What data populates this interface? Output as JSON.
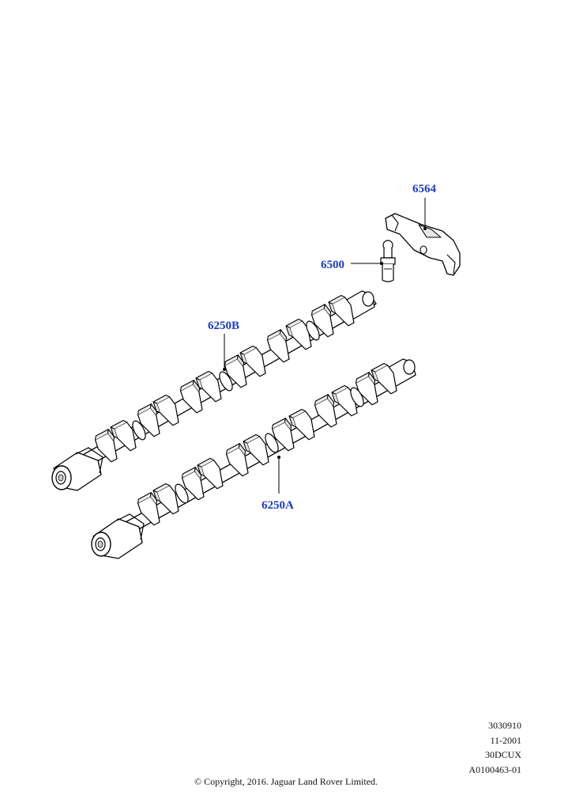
{
  "colors": {
    "callout": "#1a3cc8",
    "line": "#000000",
    "background": "#ffffff"
  },
  "callouts": {
    "rocker_arm": "6564",
    "lash_adjuster": "6500",
    "camshaft_b": "6250B",
    "camshaft_a": "6250A"
  },
  "reference": {
    "line1": "3030910",
    "line2": "11-2001",
    "line3": "30DCUX",
    "line4": "A0100463-01"
  },
  "copyright": "© Copyright, 2016. Jaguar Land Rover Limited."
}
